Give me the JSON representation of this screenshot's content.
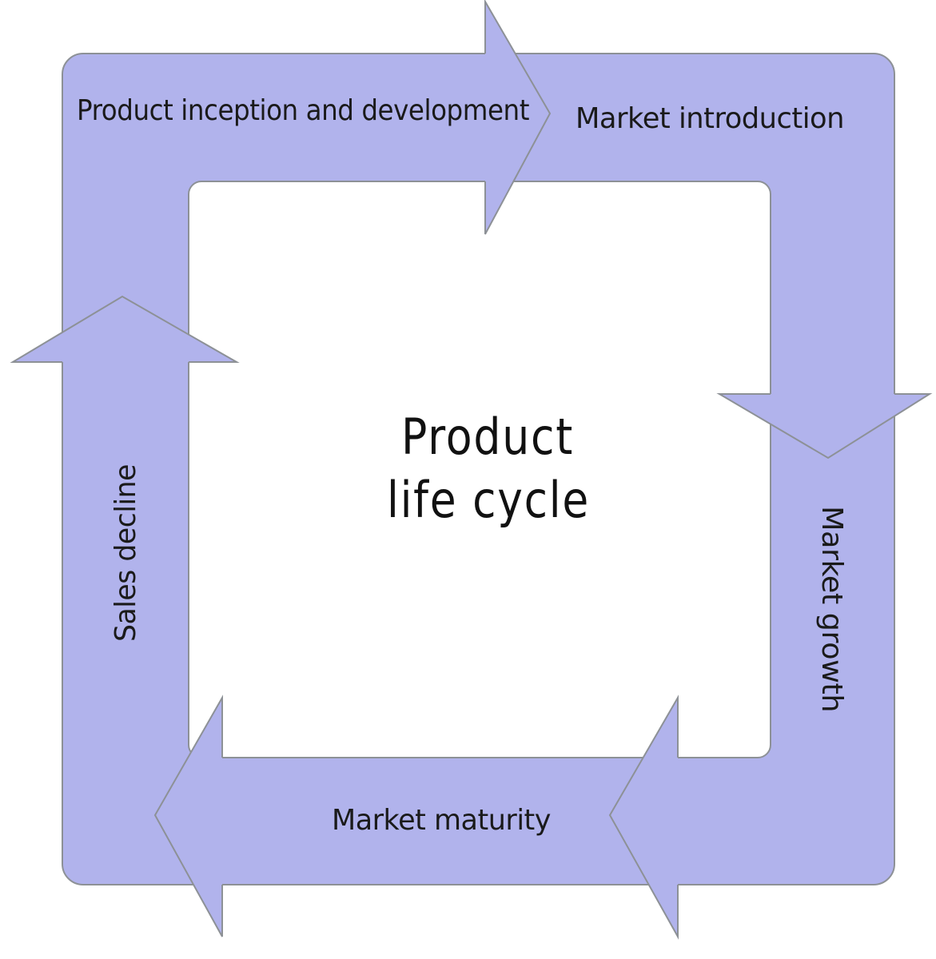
{
  "diagram": {
    "center_title_line1": "Product",
    "center_title_line2": "life cycle",
    "stages": [
      {
        "label": "Product inception and development"
      },
      {
        "label": "Market introduction"
      },
      {
        "label": "Market growth"
      },
      {
        "label": "Market maturity"
      },
      {
        "label": "Sales decline"
      }
    ]
  },
  "colors": {
    "band_fill": "#b1b3ec",
    "band_stroke": "#8d9196",
    "inner_fill": "#ffffff",
    "text": "#1a1a1a"
  },
  "icons": [
    "arrow-right",
    "arrow-down",
    "arrow-left",
    "arrow-left",
    "arrow-up"
  ]
}
